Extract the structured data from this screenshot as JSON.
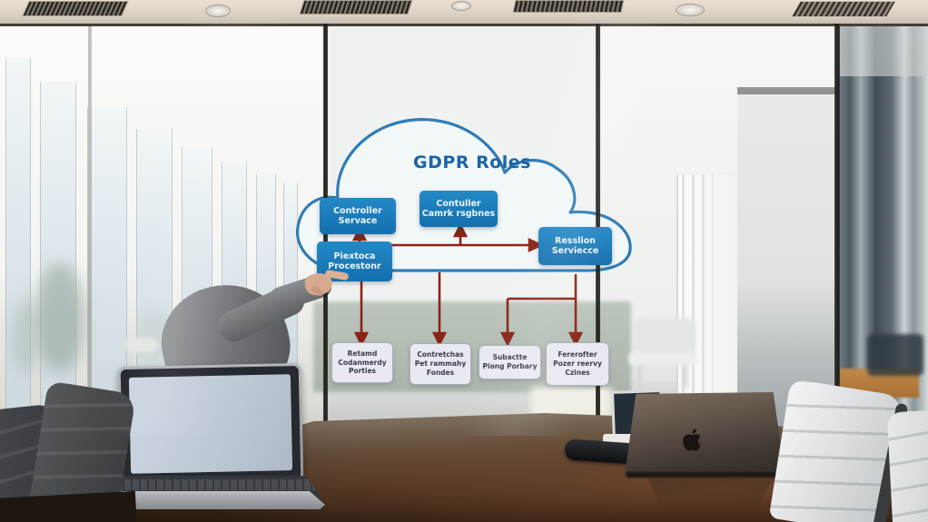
{
  "diagram": {
    "title": "GDPR Roles",
    "cloud_nodes": [
      {
        "id": "controller-service",
        "label": "Controller\nServace"
      },
      {
        "id": "controller-compliance",
        "label": "Contuller\nCamrk rsgbnes"
      },
      {
        "id": "reaction-service",
        "label": "Resslion\nServiecce"
      },
      {
        "id": "process-processor",
        "label": "Piextoca\nProcestonr"
      }
    ],
    "sub_nodes": [
      {
        "id": "sub-1",
        "label": "Retamd\nCodanmerdy\nPorties"
      },
      {
        "id": "sub-2",
        "label": "Contretchas\nPet rammahy\nFondes"
      },
      {
        "id": "sub-3",
        "label": "Subactte\nPiong Porbary"
      },
      {
        "id": "sub-4",
        "label": "Fererofter\nPozer reervy\nCzines"
      }
    ],
    "colors": {
      "node_fill": "#1878b8",
      "cloud_stroke": "#2e7cb5",
      "connector": "#8b2318",
      "sub_node_fill": "#e9eaf1",
      "sub_node_border": "#a9aebc",
      "title_text": "#1c64a6"
    }
  }
}
